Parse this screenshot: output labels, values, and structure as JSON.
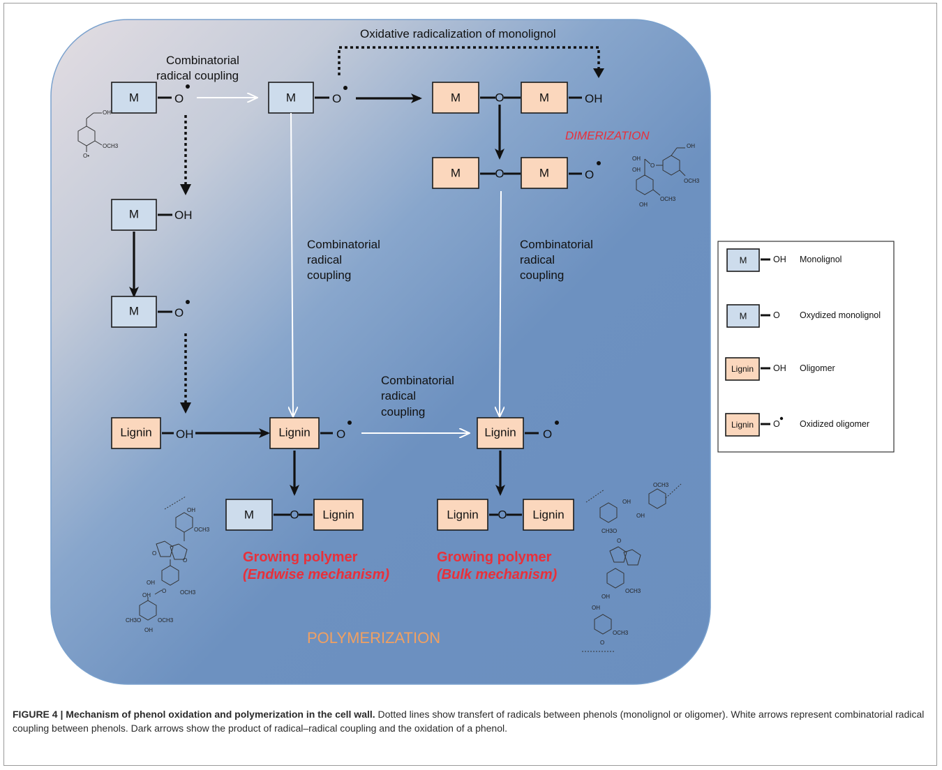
{
  "nodes": {
    "m_top_left": "M",
    "m_top_mid": "M",
    "dimer_top_left": "M",
    "dimer_top_right": "M",
    "dimer_mid_left": "M",
    "dimer_mid_right": "M",
    "m_left_oh": "M",
    "m_left_o": "M",
    "lignin_left": "Lignin",
    "lignin_mid": "Lignin",
    "lignin_right": "Lignin",
    "prod_endwise_m": "M",
    "prod_endwise_lignin": "Lignin",
    "prod_bulk_lignin_a": "Lignin",
    "prod_bulk_lignin_b": "Lignin"
  },
  "groups": {
    "oh": "OH",
    "o": "O",
    "o_radical": "O",
    "radical_dot": "•"
  },
  "labels": {
    "oxidative_radicalization": "Oxidative radicalization of monolignol",
    "crc_top_1": "Combinatorial",
    "crc_top_2": "radical  coupling",
    "crc_word1": "Combinatorial",
    "crc_word2": "radical",
    "crc_word3": "coupling",
    "dimerization": "DIMERIZATION",
    "polymerization": "POLYMERIZATION",
    "growing_polymer": "Growing polymer",
    "endwise": "(Endwise mechanism)",
    "bulk": "(Bulk mechanism)"
  },
  "legend": {
    "items": [
      {
        "box": "M",
        "group": "OH",
        "text": "Monolignol"
      },
      {
        "box": "M",
        "group": "O",
        "text": "Oxydized monolignol"
      },
      {
        "box": "Lignin",
        "group": "OH",
        "text": "Oligomer"
      },
      {
        "box": "Lignin",
        "group": "O",
        "text": "Oxidized oligomer"
      }
    ]
  },
  "chem": {
    "oh": "OH",
    "och3": "OCH3",
    "ch3o": "CH3O",
    "o": "O",
    "o_rad": "O•"
  },
  "caption": {
    "figure_label": "FIGURE 4 | Mechanism of phenol oxidation and polymerization in the cell wall.",
    "text": " Dotted lines show transfert of radicals between phenols (monolignol or oligomer). White arrows represent combinatorial radical coupling between phenols. Dark arrows show the product of radical–radical coupling and the oxidation of a phenol."
  },
  "colors": {
    "panel_light": "#ddd9e0",
    "panel_dark": "#6f93c0",
    "monolignol_box": "#cddcec",
    "lignin_box": "#fbd7bd",
    "red_text": "#e8303a",
    "orange_text": "#f0a062"
  }
}
